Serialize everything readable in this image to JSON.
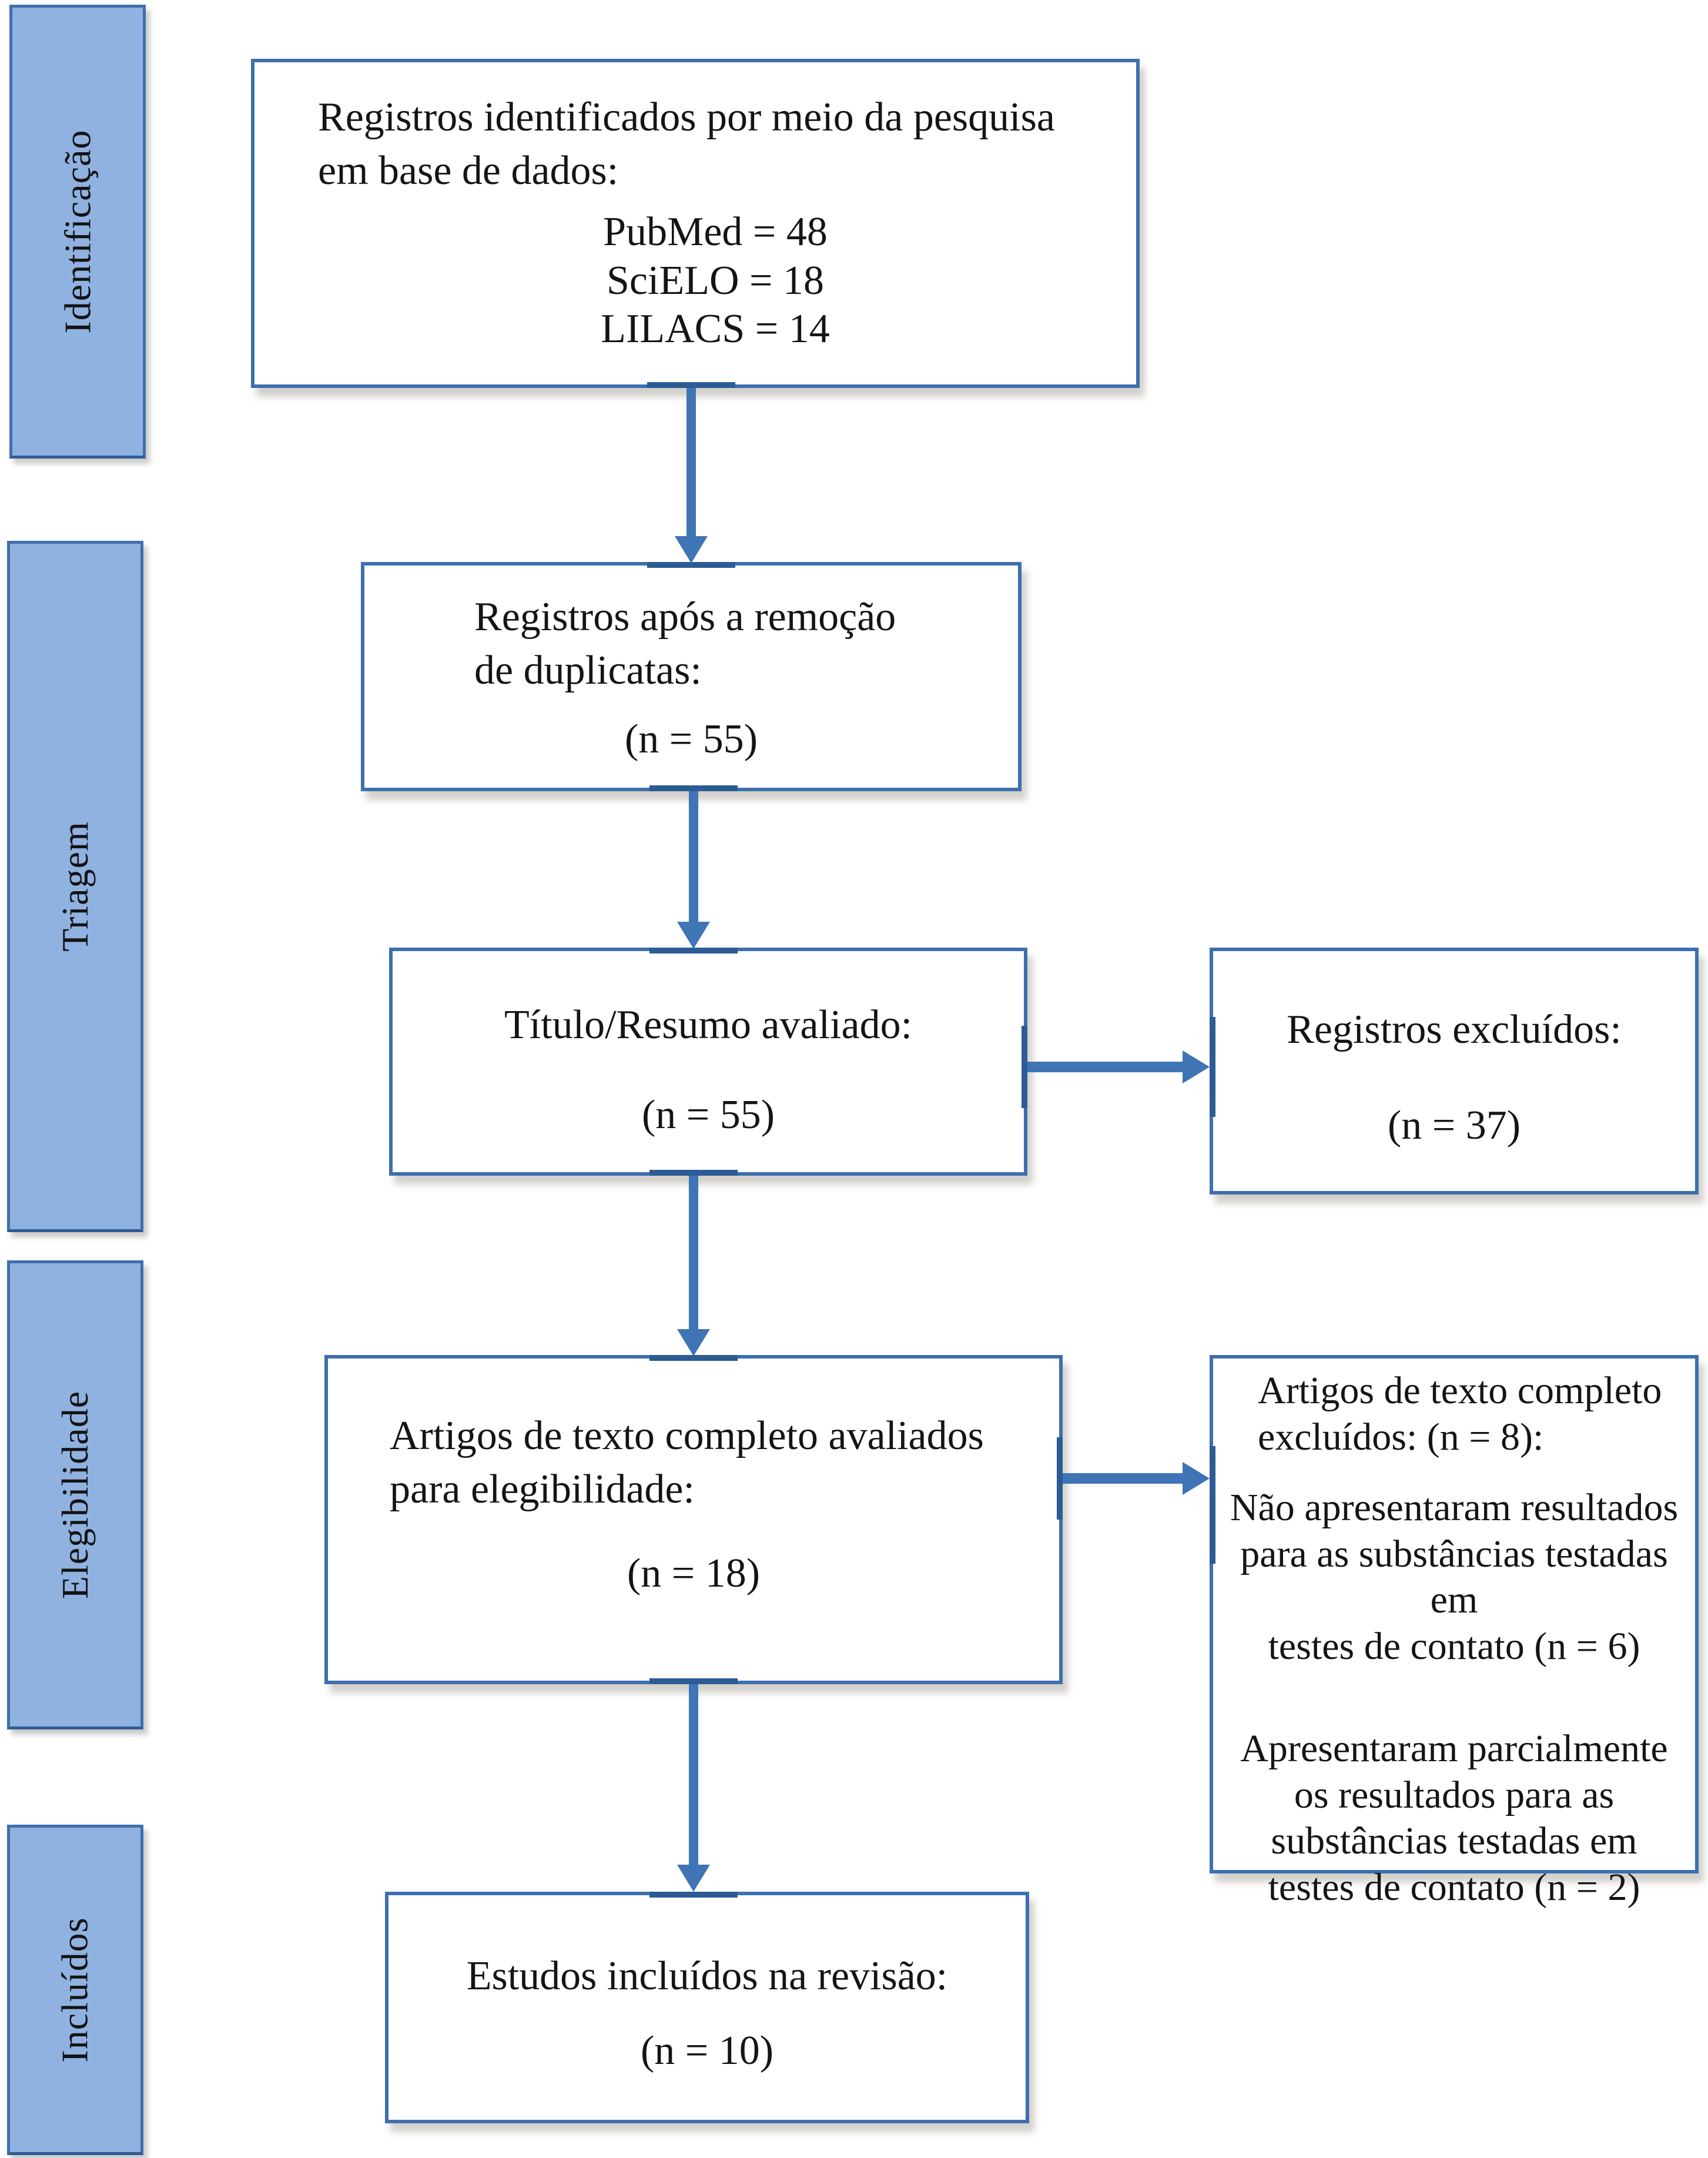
{
  "diagram": {
    "stages": [
      {
        "label": "Identificação"
      },
      {
        "label": "Triagem"
      },
      {
        "label": "Elegibilidade"
      },
      {
        "label": "Incluídos"
      }
    ],
    "boxes": {
      "identified": {
        "line1": "Registros identificados por meio da pesquisa",
        "line2": "em base de dados:",
        "counts": [
          "PubMed = 48",
          "SciELO = 18",
          "LILACS = 14"
        ]
      },
      "deduplicated": {
        "line1": "Registros após a remoção",
        "line2": "de duplicatas:",
        "n": "(n = 55)"
      },
      "screened": {
        "title": "Título/Resumo avaliado:",
        "n": "(n = 55)"
      },
      "records_excluded": {
        "title": "Registros excluídos:",
        "n": "(n = 37)"
      },
      "fulltext_assessed": {
        "line1": "Artigos de texto completo avaliados",
        "line2": "para elegibilidade:",
        "n": "(n = 18)"
      },
      "fulltext_excluded": {
        "title_line1": "Artigos de texto completo",
        "title_line2": "excluídos: (n = 8):",
        "reason1_line1": "Não apresentaram resultados",
        "reason1_line2": "para as substâncias testadas em",
        "reason1_line3": "testes de contato (n = 6)",
        "reason2_line1": "Apresentaram parcialmente",
        "reason2_line2": "os resultados para as",
        "reason2_line3": "substâncias testadas em",
        "reason2_line4": "testes de contato (n = 2)"
      },
      "included_studies": {
        "title": "Estudos incluídos na revisão:",
        "n": "(n = 10)"
      }
    },
    "colors": {
      "stage_fill": "#8fb2e0",
      "line": "#3e6fae",
      "arrow": "#3f74b5",
      "text": "#141414"
    }
  }
}
